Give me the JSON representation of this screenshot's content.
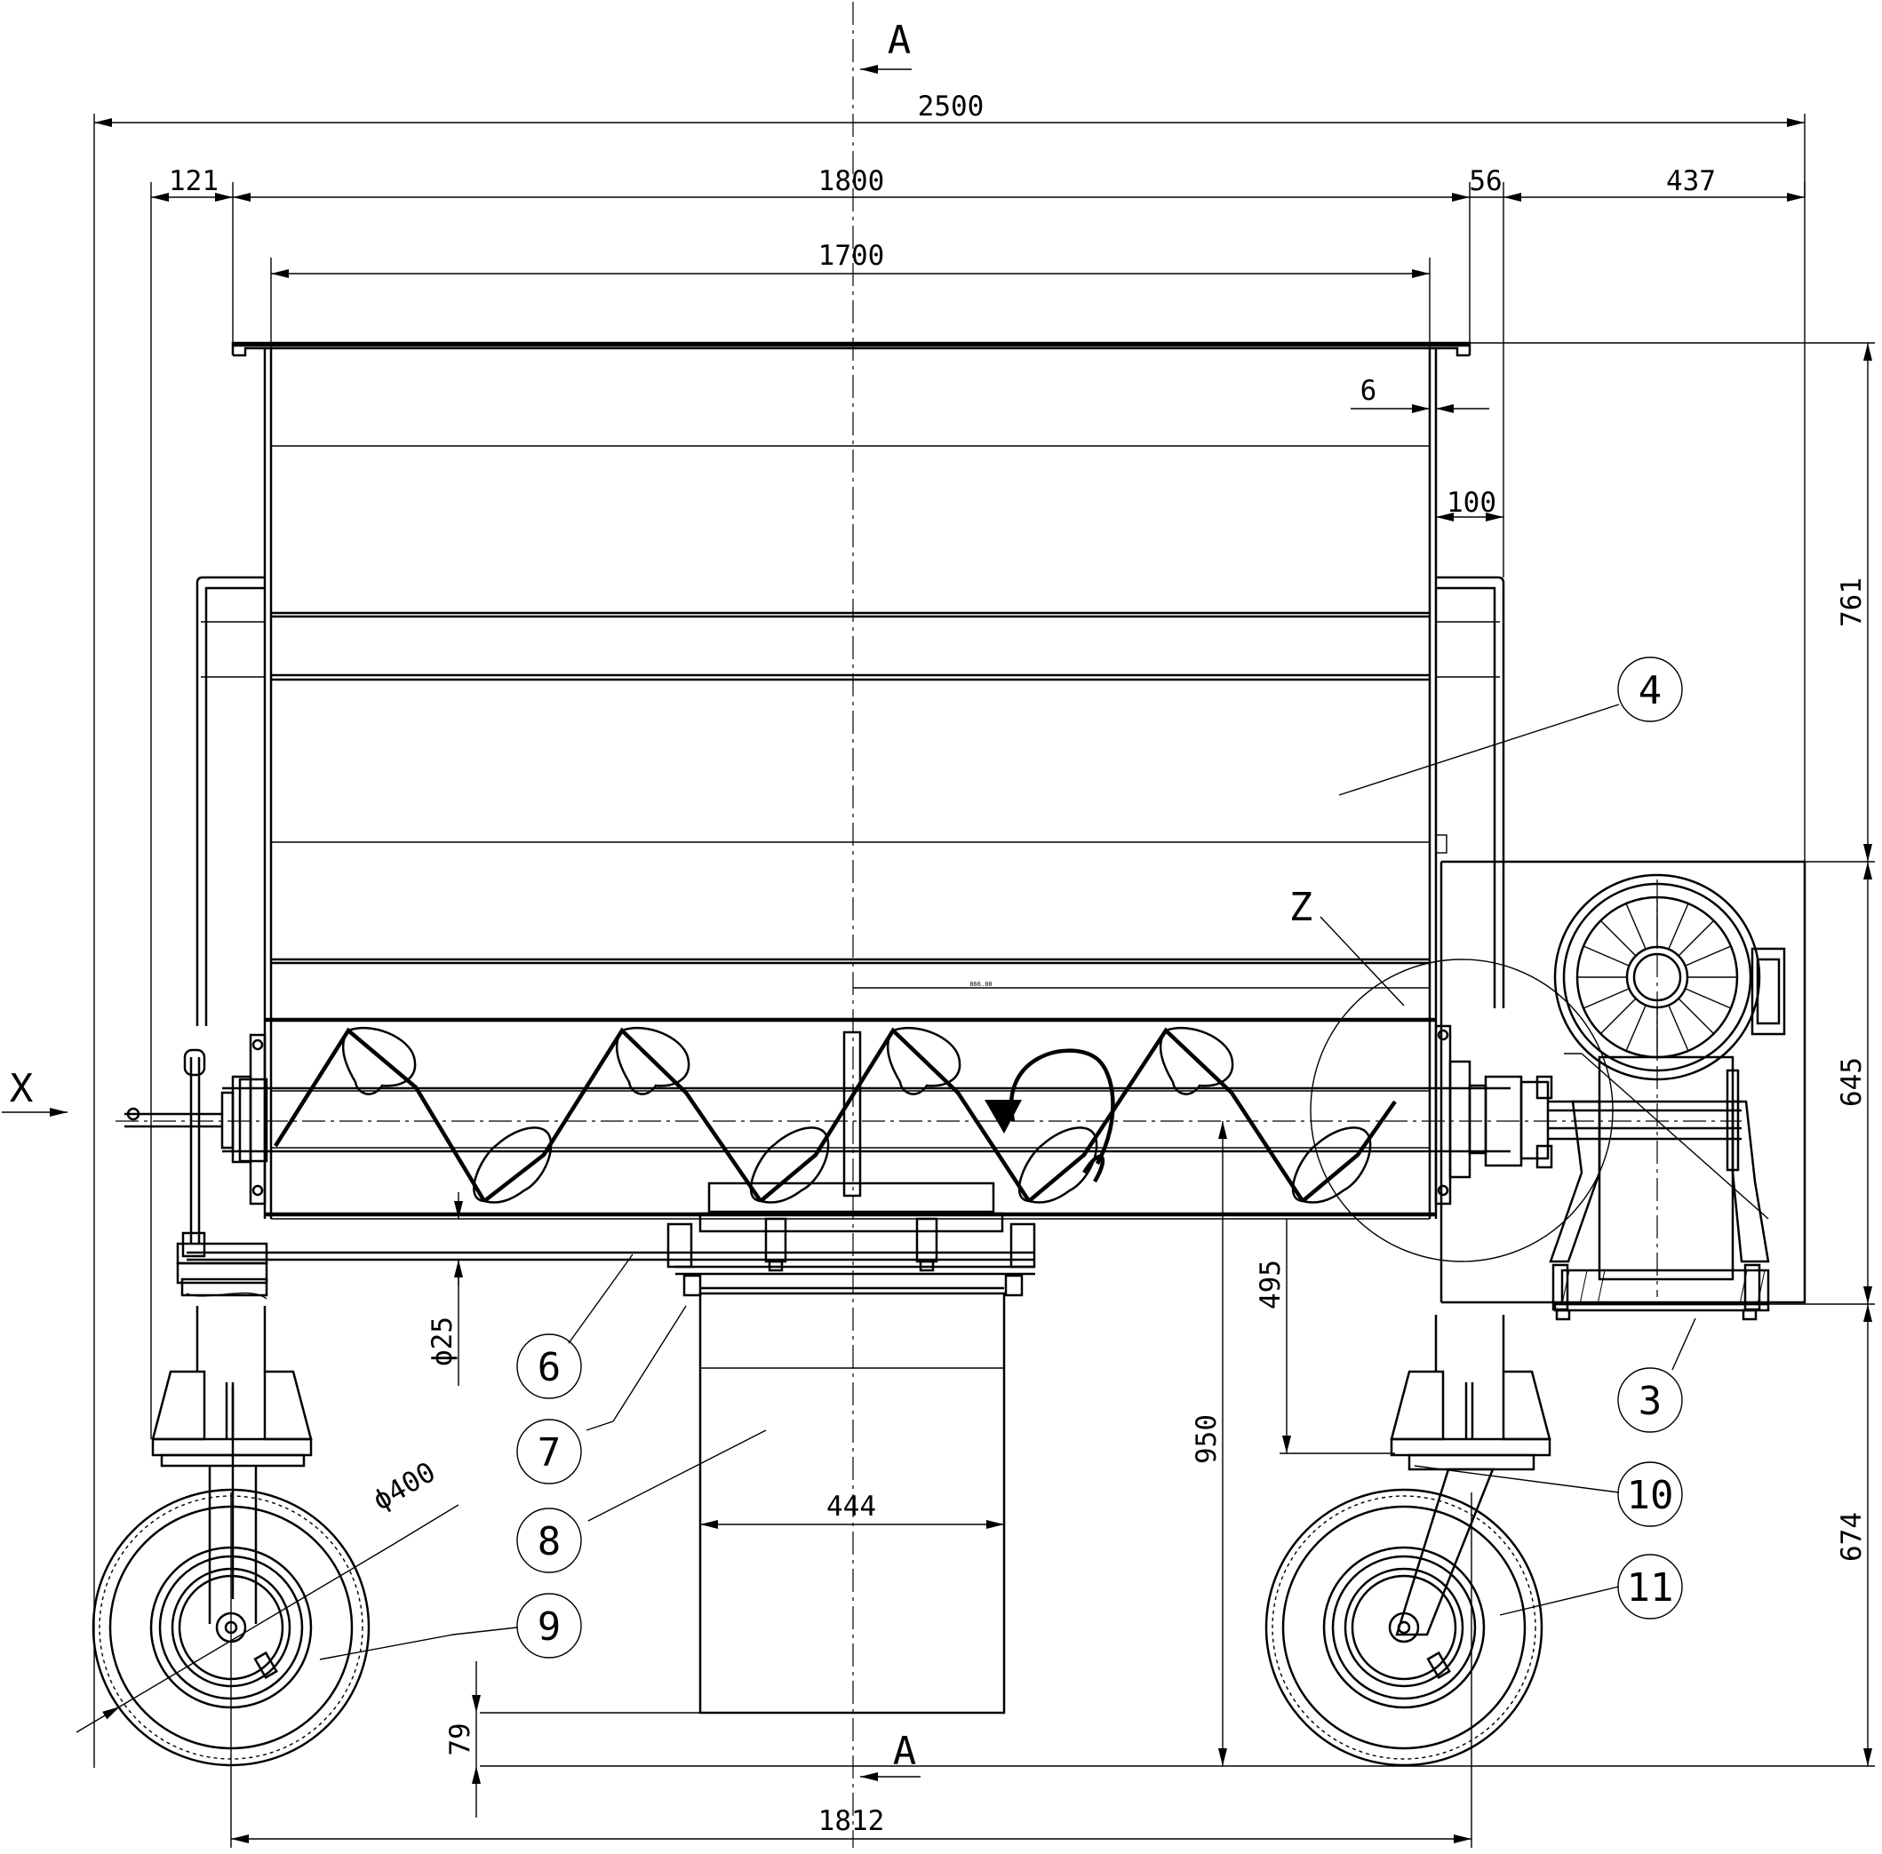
{
  "section_labels": {
    "top": "A",
    "bottom": "A",
    "side": "X",
    "detail": "Z"
  },
  "dimensions": {
    "overall_length": "2500",
    "left_offset": "121",
    "hopper_outer": "1800",
    "hopper_inner": "1700",
    "flange_gap": "56",
    "motor_offset": "437",
    "wall_thickness": "6",
    "side_panel": "100",
    "upper_height": "761",
    "middle_height": "645",
    "lower_height": "674",
    "shaft_dia": "ϕ25",
    "wheel_dia": "ϕ400",
    "outlet_width": "444",
    "outlet_clearance": "79",
    "wheelbase": "1812",
    "axis_height": "950",
    "screw_height": "495",
    "screw_note": "866.00"
  },
  "balloons": [
    "3",
    "4",
    "6",
    "7",
    "8",
    "9",
    "10",
    "11"
  ]
}
